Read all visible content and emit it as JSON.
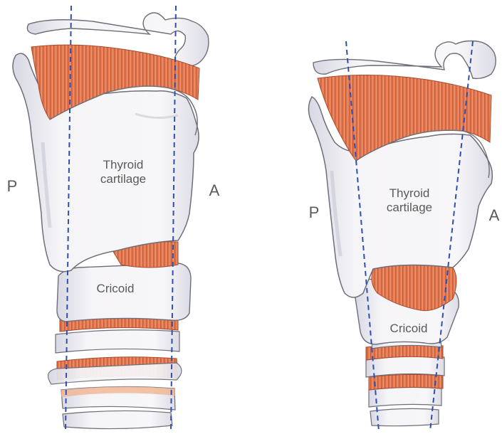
{
  "colors": {
    "cartilage_fill": "#f3f2f5",
    "cartilage_outline": "#6e6e78",
    "cartilage_shade": "#cfd0dc",
    "muscle": "#dd6a45",
    "muscle_light": "#f0a982",
    "muscle_stripe": "#b8482a",
    "guide_line": "#2f4fb0",
    "text": "#5a5a5a"
  },
  "figures": [
    {
      "posterior_label": "P",
      "anterior_label": "A",
      "thyroid_label_line1": "Thyroid",
      "thyroid_label_line2": "cartilage",
      "cricoid_label": "Cricoid"
    },
    {
      "posterior_label": "P",
      "anterior_label": "A",
      "thyroid_label_line1": "Thyroid",
      "thyroid_label_line2": "cartilage",
      "cricoid_label": "Cricoid"
    }
  ]
}
